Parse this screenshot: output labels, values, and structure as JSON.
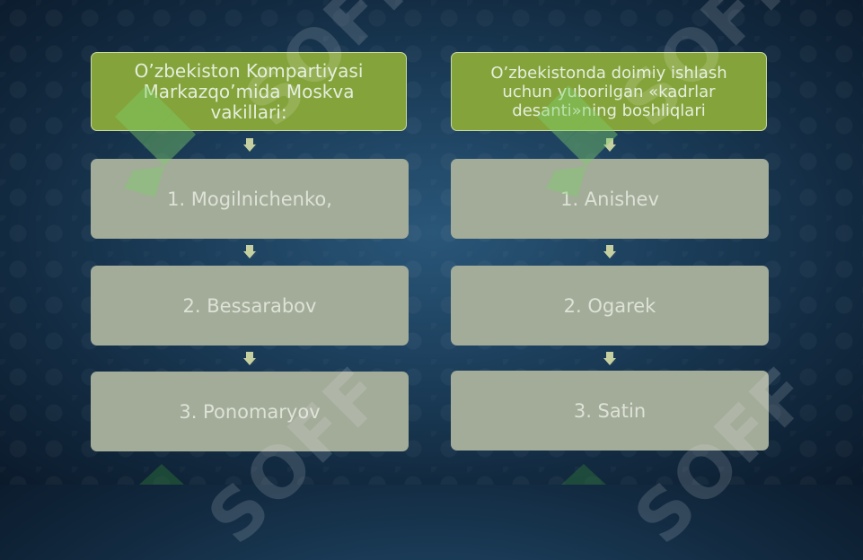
{
  "left_column": {
    "header": "O’zbekiston Kompartiyasi Markazqo’mida Moskva vakillari:",
    "items": [
      "1. Mogilnichenko,",
      "2. Bessarabov",
      "3. Ponomaryov"
    ]
  },
  "right_column": {
    "header": "O’zbekistonda doimiy ishlash uchun yuborilgan «kadrlar desanti»ning boshliqlari",
    "items": [
      "1. Anishev",
      "2.  Ogarek",
      "3. Satin"
    ]
  },
  "watermark": {
    "text": "SOFF",
    "icon": "soff-logo-icon",
    "color": "#7fd06a"
  },
  "colors": {
    "header_fill": "#84a33a",
    "item_fill": "#a3ab99",
    "arrow_fill": "#c5cfa0"
  }
}
